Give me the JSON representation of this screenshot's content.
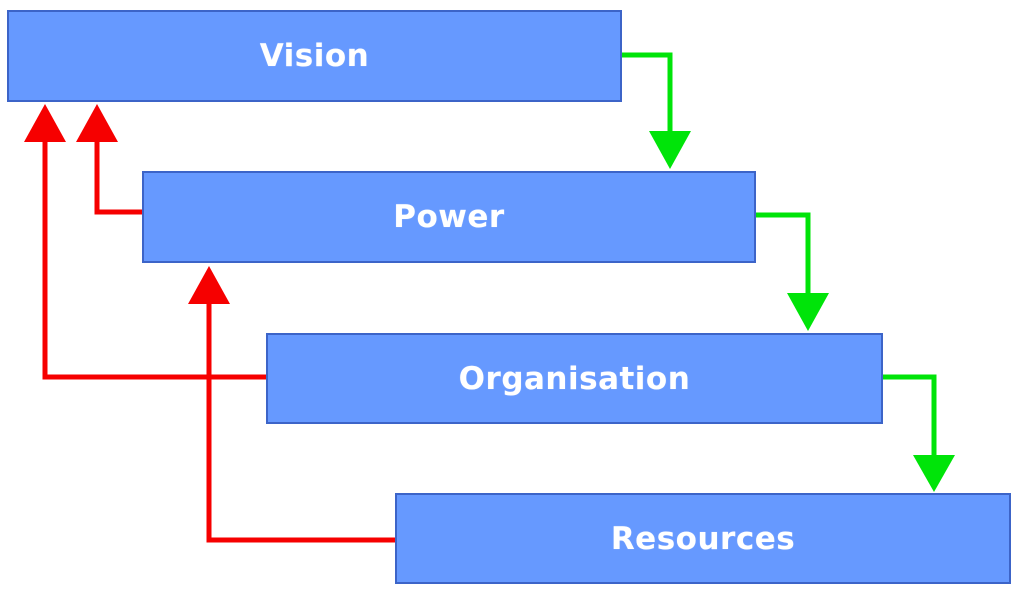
{
  "diagram": {
    "nodes": [
      {
        "id": "vision",
        "label": "Vision"
      },
      {
        "id": "power",
        "label": "Power"
      },
      {
        "id": "organisation",
        "label": "Organisation"
      },
      {
        "id": "resources",
        "label": "Resources"
      }
    ],
    "edges": [
      {
        "from": "Vision",
        "to": "Power",
        "direction": "forward",
        "color": "#00e409"
      },
      {
        "from": "Power",
        "to": "Organisation",
        "direction": "forward",
        "color": "#00e409"
      },
      {
        "from": "Organisation",
        "to": "Resources",
        "direction": "forward",
        "color": "#00e409"
      },
      {
        "from": "Power",
        "to": "Vision",
        "direction": "feedback",
        "color": "#f60000"
      },
      {
        "from": "Organisation",
        "to": "Vision",
        "direction": "feedback",
        "color": "#f60000"
      },
      {
        "from": "Resources",
        "to": "Power",
        "direction": "feedback",
        "color": "#f60000"
      }
    ],
    "colors": {
      "node_fill": "#6699ff",
      "node_border": "#3c64c8",
      "node_text": "#ffffff",
      "forward_arrow": "#00e409",
      "feedback_arrow": "#f60000",
      "background": "#ffffff"
    }
  }
}
